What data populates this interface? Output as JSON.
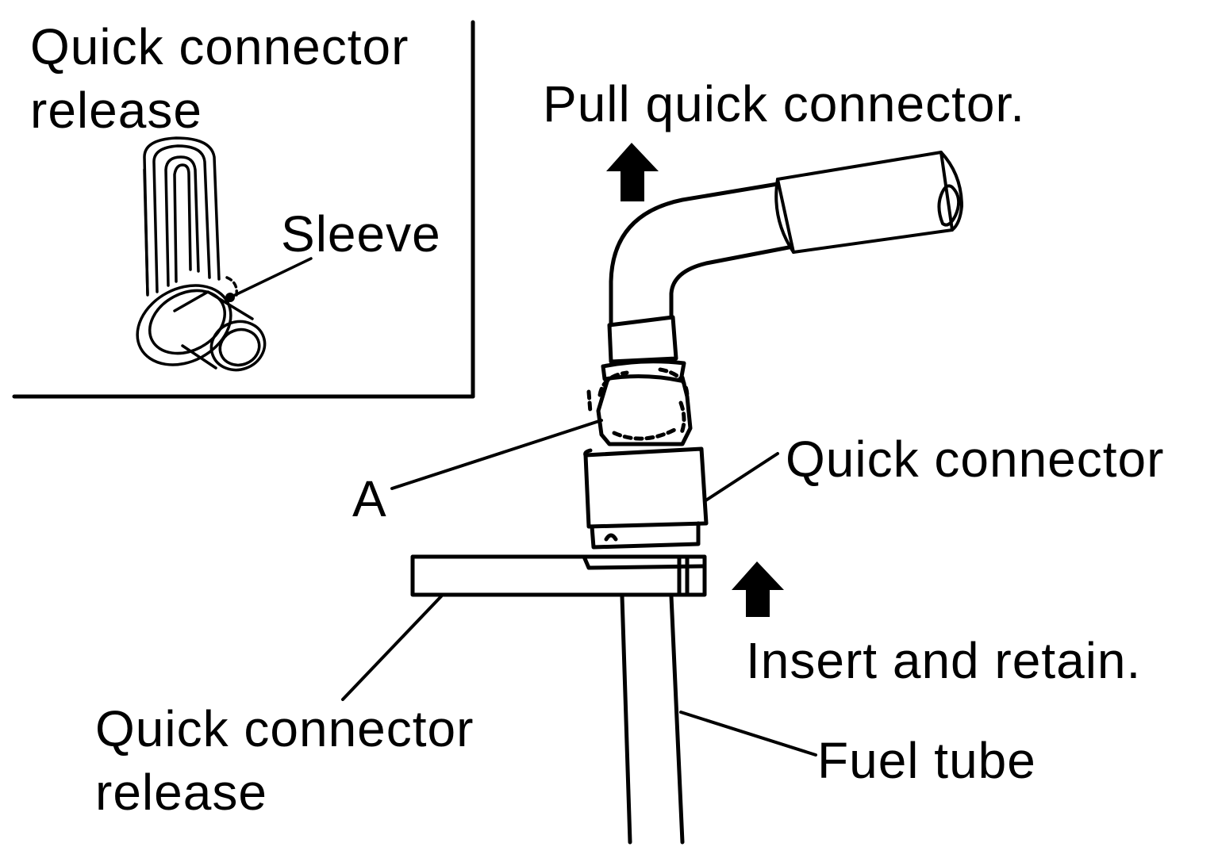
{
  "labels": {
    "inset_release_line1": "Quick connector",
    "inset_release_line2": "release",
    "sleeve": "Sleeve",
    "pull": "Pull quick connector.",
    "a": "A",
    "quick_connector": "Quick connector",
    "insert": "Insert and retain.",
    "release_line1": "Quick connector",
    "release_line2": "release",
    "fuel_tube": "Fuel tube"
  }
}
